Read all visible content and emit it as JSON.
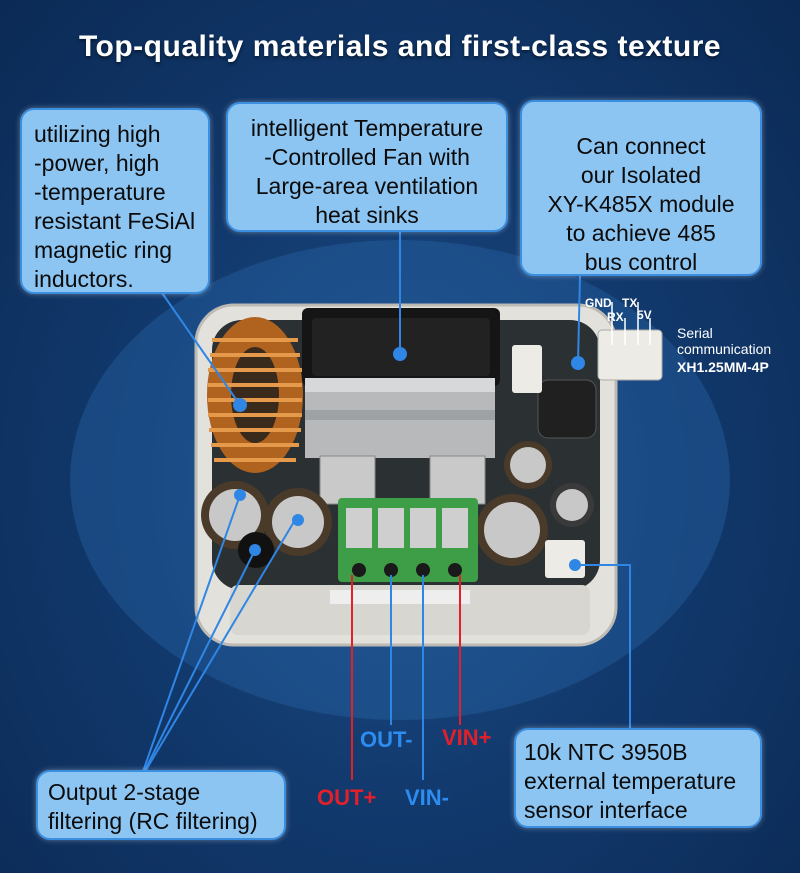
{
  "title": "Top-quality materials and first-class texture",
  "callouts": {
    "inductors": [
      "utilizing high",
      "-power, high",
      "-temperature",
      "resistant FeSiAl",
      "magnetic ring",
      "inductors."
    ],
    "fan": [
      "intelligent Temperature",
      "-Controlled Fan with",
      "Large-area ventilation",
      "heat sinks"
    ],
    "rs485": [
      "Can  connect",
      "our Isolated",
      "XY-K485X module",
      "to achieve 485",
      "bus control"
    ],
    "filtering": [
      "Output 2-stage",
      " filtering (RC filtering)"
    ],
    "ntc": [
      "10k NTC 3950B",
      "external temperature",
      "sensor interface"
    ]
  },
  "pins": {
    "gnd": "GND",
    "tx": "TX",
    "rx": "RX",
    "v5": "5V"
  },
  "serial": {
    "line1": "Serial",
    "line2": "communication",
    "connector": "XH1.25MM-4P"
  },
  "terminals": {
    "out_minus": "OUT-",
    "vin_plus": "VIN+",
    "out_plus": "OUT+",
    "vin_minus": "VIN-"
  },
  "colors": {
    "positive": "#e3202a",
    "negative": "#2c8cf0",
    "callout_bg": "#8cc5f2"
  }
}
